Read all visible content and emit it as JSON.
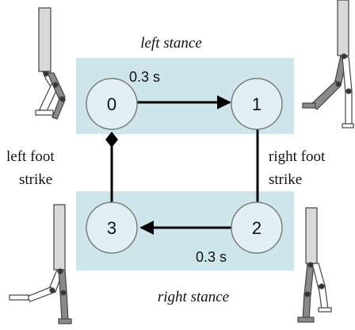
{
  "labels": {
    "top_stance": "left stance",
    "bottom_stance": "right stance",
    "left_event_line1": "left foot",
    "left_event_line2": "strike",
    "right_event_line1": "right foot",
    "right_event_line2": "strike",
    "top_timer": "0.3 s",
    "bottom_timer": "0.3 s"
  },
  "states": [
    "0",
    "1",
    "2",
    "3"
  ],
  "colors": {
    "stance_band": "#cfe5ec",
    "node_fill": "#e2eff3",
    "node_stroke": "#7d7d7d",
    "arrow": "#000000",
    "leg_dark": "#8a8a8a",
    "leg_light": "#ffffff",
    "leg_stroke": "#444444"
  },
  "icons": [
    "walker-figure-top-left",
    "walker-figure-top-right",
    "walker-figure-bottom-left",
    "walker-figure-bottom-right"
  ]
}
